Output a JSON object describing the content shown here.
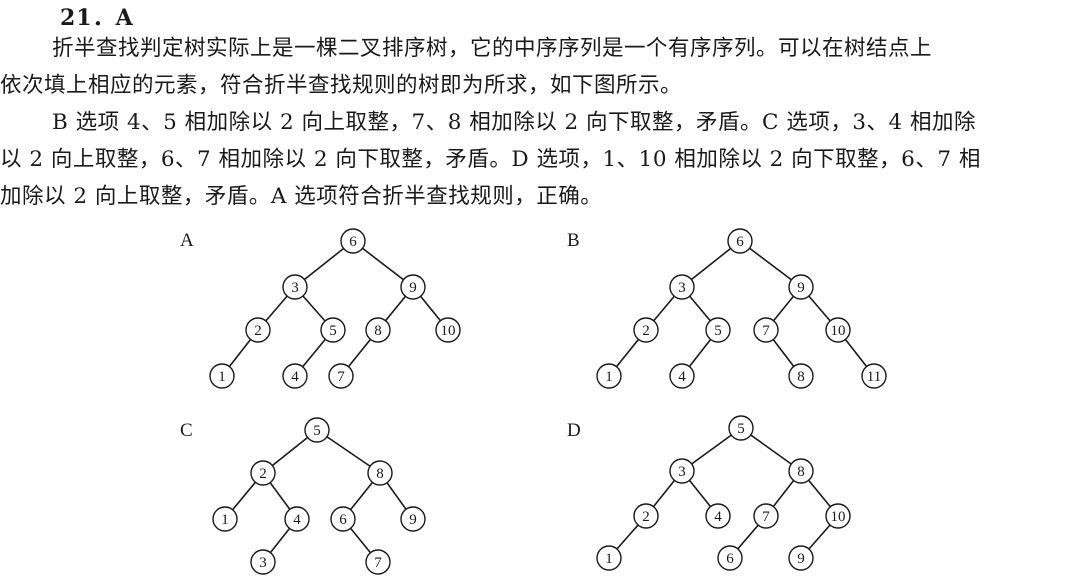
{
  "heading": "21．A",
  "paragraph1": [
    "折半查找判定树实际上是一棵二叉排序树，它的中序序列是一个有序序列。可以在树结点上",
    "依次填上相应的元素，符合折半查找规则的树即为所求，如下图所示。"
  ],
  "paragraph2": [
    "B 选项 4、5 相加除以 2 向上取整，7、8 相加除以 2 向下取整，矛盾。C 选项，3、4 相加除",
    "以 2 向上取整，6、7 相加除以 2 向下取整，矛盾。D 选项，1、10 相加除以 2 向下取整，6、7 相",
    "加除以 2 向上取整，矛盾。A 选项符合折半查找规则，正确。"
  ],
  "trees": [
    {
      "label": "A",
      "nodes": [
        {
          "id": "6"
        },
        {
          "id": "3"
        },
        {
          "id": "9"
        },
        {
          "id": "2"
        },
        {
          "id": "5"
        },
        {
          "id": "8"
        },
        {
          "id": "10"
        },
        {
          "id": "1"
        },
        {
          "id": "4"
        },
        {
          "id": "7"
        }
      ],
      "edges": [
        [
          "6",
          "3"
        ],
        [
          "6",
          "9"
        ],
        [
          "3",
          "2"
        ],
        [
          "3",
          "5"
        ],
        [
          "9",
          "8"
        ],
        [
          "9",
          "10"
        ],
        [
          "2",
          "1"
        ],
        [
          "5",
          "4"
        ],
        [
          "8",
          "7"
        ]
      ]
    },
    {
      "label": "B",
      "nodes": [
        {
          "id": "6"
        },
        {
          "id": "3"
        },
        {
          "id": "9"
        },
        {
          "id": "2"
        },
        {
          "id": "5"
        },
        {
          "id": "7"
        },
        {
          "id": "10"
        },
        {
          "id": "1"
        },
        {
          "id": "4"
        },
        {
          "id": "8"
        },
        {
          "id": "11"
        }
      ],
      "edges": [
        [
          "6",
          "3"
        ],
        [
          "6",
          "9"
        ],
        [
          "3",
          "2"
        ],
        [
          "3",
          "5"
        ],
        [
          "9",
          "7"
        ],
        [
          "9",
          "10"
        ],
        [
          "2",
          "1"
        ],
        [
          "5",
          "4"
        ],
        [
          "7",
          "8"
        ],
        [
          "10",
          "11"
        ]
      ]
    },
    {
      "label": "C",
      "nodes": [
        {
          "id": "5"
        },
        {
          "id": "2"
        },
        {
          "id": "8"
        },
        {
          "id": "1"
        },
        {
          "id": "4"
        },
        {
          "id": "6"
        },
        {
          "id": "9"
        },
        {
          "id": "3"
        },
        {
          "id": "7"
        }
      ],
      "edges": [
        [
          "5",
          "2"
        ],
        [
          "5",
          "8"
        ],
        [
          "2",
          "1"
        ],
        [
          "2",
          "4"
        ],
        [
          "8",
          "6"
        ],
        [
          "8",
          "9"
        ],
        [
          "4",
          "3"
        ],
        [
          "6",
          "7"
        ]
      ]
    },
    {
      "label": "D",
      "nodes": [
        {
          "id": "5"
        },
        {
          "id": "3"
        },
        {
          "id": "8"
        },
        {
          "id": "2"
        },
        {
          "id": "4"
        },
        {
          "id": "7"
        },
        {
          "id": "10"
        },
        {
          "id": "1"
        },
        {
          "id": "6"
        },
        {
          "id": "9"
        }
      ],
      "edges": [
        [
          "5",
          "3"
        ],
        [
          "5",
          "8"
        ],
        [
          "3",
          "2"
        ],
        [
          "3",
          "4"
        ],
        [
          "8",
          "7"
        ],
        [
          "8",
          "10"
        ],
        [
          "2",
          "1"
        ],
        [
          "7",
          "6"
        ],
        [
          "10",
          "9"
        ]
      ]
    }
  ]
}
